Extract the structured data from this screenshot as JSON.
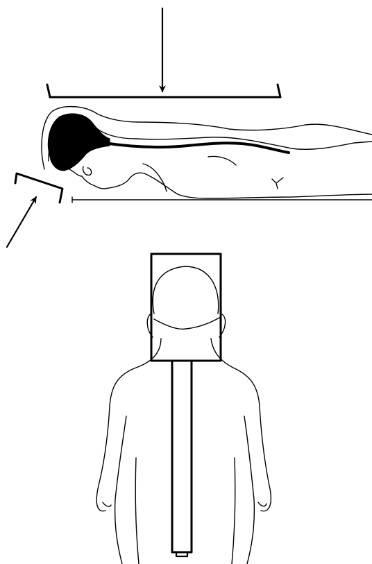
{
  "figure": {
    "description_labels": [],
    "colors": {
      "ink": "#000000",
      "background": "#ffffff"
    },
    "icons": [
      "down-arrow",
      "diagonal-arrow",
      "overhead-bracket",
      "head-bracket",
      "rectangular-field"
    ]
  }
}
